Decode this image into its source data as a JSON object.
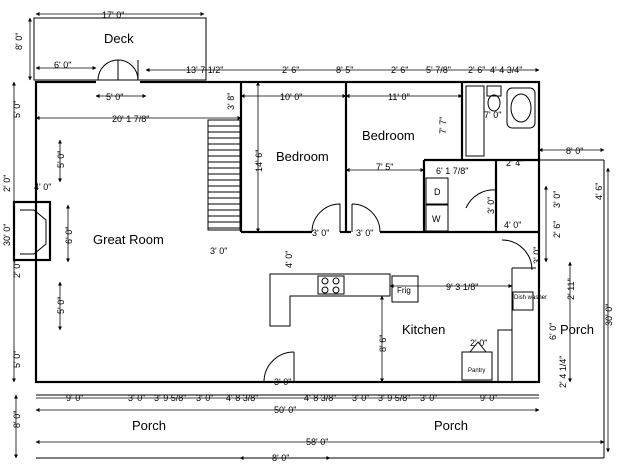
{
  "rooms": {
    "deck": "Deck",
    "great_room": "Great Room",
    "bedroom_left": "Bedroom",
    "bedroom_right": "Bedroom",
    "kitchen": "Kitchen",
    "porch_right": "Porch",
    "porch_bottom_left": "Porch",
    "porch_bottom_right": "Porch"
  },
  "fixtures": {
    "fridge": "Frig",
    "pantry": "Pantry",
    "dishwasher": "Dish washer",
    "washer": "W",
    "dryer": "D"
  },
  "dimensions": {
    "deck_width": "17' 0\"",
    "deck_depth": "8' 0\"",
    "deck_stub": "6' 0\"",
    "deck_door": "5' 0\"",
    "top_run_a": "13' 7 1/2\"",
    "top_run_b": "2' 6\"",
    "top_run_c": "8' 5\"",
    "top_run_d": "2' 6\"",
    "top_run_e": "5' 7/8\"",
    "top_run_f": "2' 6\"",
    "top_run_g": "4' 4 3/4\"",
    "great_room_width": "20' 1 7/8\"",
    "stair_offset": "3' 8\"",
    "bedroom_left_width": "10' 0\"",
    "bedroom_left_depth": "14' 6\"",
    "bedroom_right_width": "11' 0\"",
    "bath_width": "7' 0\"",
    "bath_depth": "7' 7\"",
    "hall_width": "7' 5\"",
    "hall_closet": "6' 1 7/8\"",
    "hall_stub": "2' 4\"",
    "right_ext": "8' 0\"",
    "window_side": "5' 0\"",
    "window_side_lower": "5' 0\"",
    "window_side_mid": "5' 0\"",
    "fireplace_depth": "4' 0\"",
    "fireplace_width": "6' 0\"",
    "fireplace_side_top": "2' 0\"",
    "fireplace_side_bot": "2' 0\"",
    "door_lb": "3' 0\"",
    "door_rb": "3' 0\"",
    "stair_width": "3' 0\"",
    "hall_depth": "4' 0\"",
    "laundry_depth": "3' 0\"",
    "laundry_width": "4' 0\"",
    "kitchen_door": "3' 0\"",
    "kitchen_right_a": "2' 6\"",
    "kitchen_right_b": "3' 0\"",
    "porch_side_a": "4' 6\"",
    "porch_side_b": "2' 11\"",
    "porch_side_c": "6' 0\"",
    "porch_side_d": "2' 4 1/4\"",
    "porch_depth": "30' 0\"",
    "kitchen_width": "9' 3 1/8\"",
    "kitchen_depth": "8' 6\"",
    "pantry_width": "2' 0\"",
    "front_door": "3' 0\"",
    "left_total": "30' 0\"",
    "left_a": "5' 0\"",
    "left_b": "5' 0\"",
    "left_c": "8' 0\"",
    "left_top": "8' 0\"",
    "bottom_a": "9' 0\"",
    "bottom_b": "3' 0\"",
    "bottom_c": "3' 9 5/8\"",
    "bottom_d": "3' 0\"",
    "bottom_e": "4' 8 3/8\"",
    "bottom_f": "4' 8 3/8\"",
    "bottom_g": "3' 0\"",
    "bottom_h": "3' 9 5/8\"",
    "bottom_i": "3' 0\"",
    "bottom_j": "9' 0\"",
    "house_width": "50' 0\"",
    "porch_width": "58' 0\"",
    "porch_front_depth": "8' 0\""
  }
}
